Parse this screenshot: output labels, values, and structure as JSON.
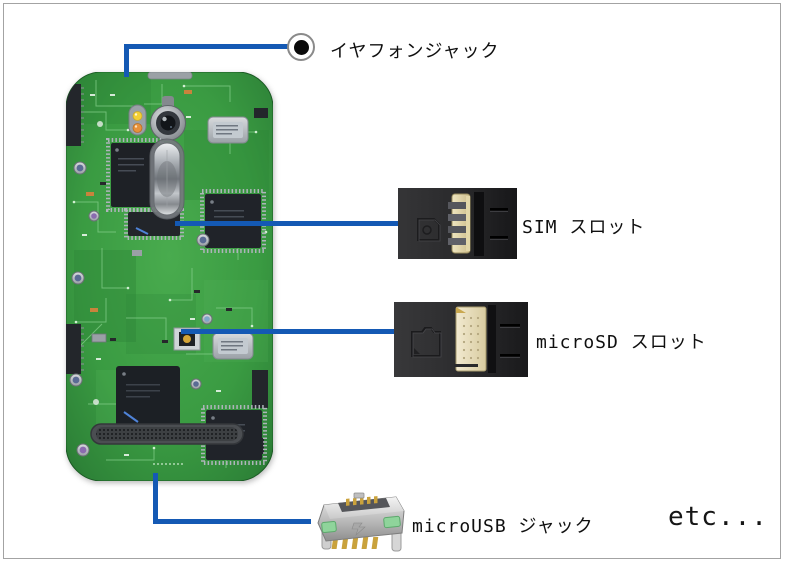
{
  "diagram": {
    "subject": "smartphone-back-circuit-board-case",
    "callouts": {
      "earphone": {
        "label": "イヤフォンジャック",
        "marker": "audio-jack-icon"
      },
      "sim": {
        "label": "SIM スロット",
        "marker": "sim-connector-photo"
      },
      "microsd": {
        "label": "microSD スロット",
        "marker": "microsd-connector-photo"
      },
      "microusb": {
        "label": "microUSB ジャック",
        "marker": "microusb-connector-photo"
      }
    },
    "etc_label": "etc...",
    "colors": {
      "callout_line": "#1459b4",
      "frame_border": "#a3a3a3",
      "pcb_green": "#3a9b42",
      "label_text": "#101010",
      "background": "#ffffff"
    }
  }
}
